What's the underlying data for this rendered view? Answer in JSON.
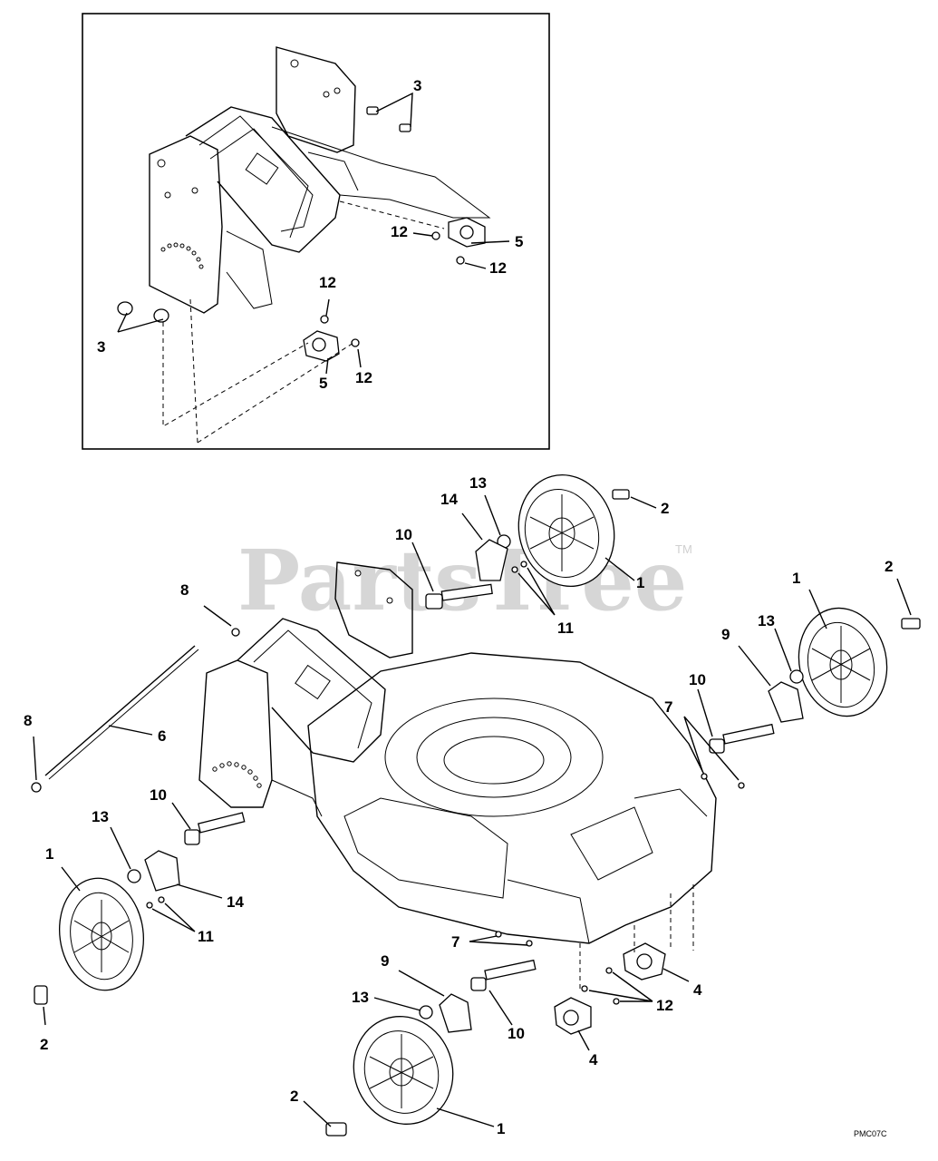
{
  "diagram": {
    "watermark": "PartsTree",
    "trademark": "TM",
    "drawing_code": "PMC07C",
    "callouts": {
      "inset_3_top": "3",
      "inset_3_left": "3",
      "inset_12_a": "12",
      "inset_12_b": "12",
      "inset_12_c": "12",
      "inset_12_d": "12",
      "inset_5_a": "5",
      "inset_5_b": "5",
      "main_13_top": "13",
      "main_14_top": "14",
      "main_2_top": "2",
      "main_10_top": "10",
      "main_1_top": "1",
      "main_11_top": "11",
      "main_1_right": "1",
      "main_2_right": "2",
      "main_8_top": "8",
      "main_13_right": "13",
      "main_9_right": "9",
      "main_10_right": "10",
      "main_7_right": "7",
      "main_6": "6",
      "main_8_left": "8",
      "main_10_left": "10",
      "main_13_left": "13",
      "main_1_left": "1",
      "main_14_left": "14",
      "main_11_left": "11",
      "main_7_bottom": "7",
      "main_9_bottom": "9",
      "main_4_right": "4",
      "main_13_bottom": "13",
      "main_12_bottom": "12",
      "main_10_bottom": "10",
      "main_2_left": "2",
      "main_4_bottom": "4",
      "main_2_bottom": "2",
      "main_1_bottom": "1"
    }
  }
}
